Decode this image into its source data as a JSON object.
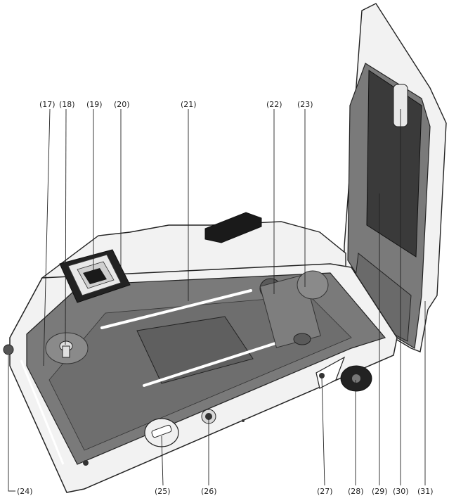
{
  "callouts": {
    "c17": "(17)",
    "c18": "(18)",
    "c19": "(19)",
    "c20": "(20)",
    "c21": "(21)",
    "c22": "(22)",
    "c23": "(23)",
    "c24": "(24)",
    "c25": "(25)",
    "c26": "(26)",
    "c27": "(27)",
    "c28": "(28)",
    "c29": "(29)",
    "c30": "(30)",
    "c31": "(31)"
  },
  "colors": {
    "body": "#f2f2f2",
    "outline": "#222222",
    "interior": "#7a7a7a",
    "interior_dark": "#5f5f5f",
    "black": "#1a1a1a",
    "rails": "#ffffff"
  }
}
